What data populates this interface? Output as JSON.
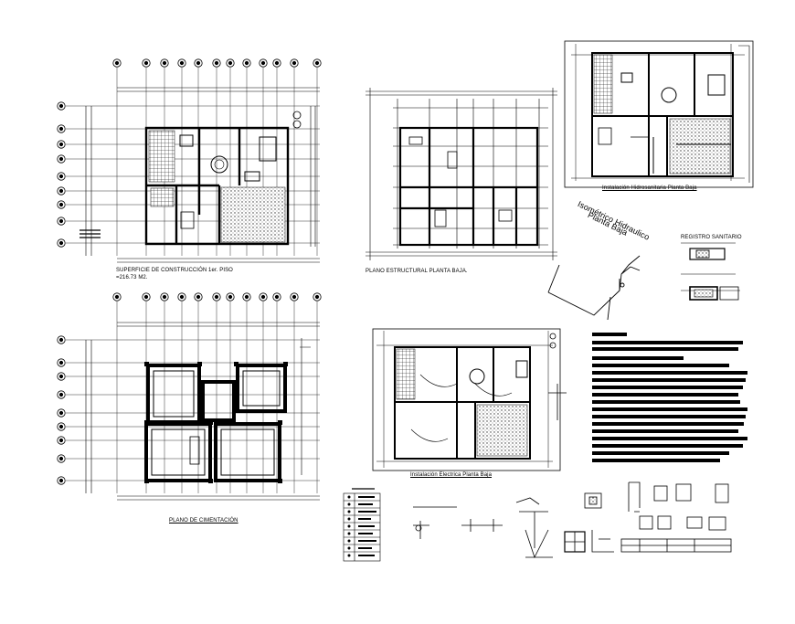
{
  "drawing": {
    "ground_floor_area_line1": "SUPERFICIE DE CONSTRUCCIÓN 1er. PISO",
    "ground_floor_area_line2": "=216.73 M2.",
    "structural_plan_title": "PLANO ESTRUCTURAL PLANTA BAJA.",
    "foundation_plan_title": "PLANO DE CIMENTACIÓN",
    "hydro_sanitary_title": "Instalación Hidrosanitaria Planta Baja",
    "electrical_title": "Instalación Electrica Planta Baja",
    "isometric_line1": "Isométrico Hidraulico",
    "isometric_line2": "Planta Baja",
    "sanitary_register_title": "REGISTRO SANITARIO"
  },
  "colors": {
    "ink": "#000000",
    "paper": "#ffffff",
    "hatch": "#555555"
  }
}
